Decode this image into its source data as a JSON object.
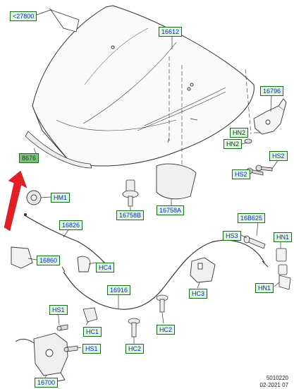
{
  "labels": {
    "p27800": "<27800",
    "p16612": "16612",
    "p16796": "16796",
    "p8676": "8676",
    "hn2_a": "HN2",
    "hn2_b": "HN2",
    "hs2_a": "HS2",
    "hs2_b": "HS2",
    "hm1": "HM1",
    "p16758b": "16758B",
    "p16758a": "16758A",
    "p16826": "16826",
    "p16b625": "16B625",
    "hs3": "HS3",
    "hn1_a": "HN1",
    "p16860": "16860",
    "hc4": "HC4",
    "p16916": "16916",
    "hc3": "HC3",
    "hn1_b": "HN1",
    "hs1_a": "HS1",
    "hc1": "HC1",
    "hc2_a": "HC2",
    "hc2_b": "HC2",
    "hs1_b": "HS1",
    "p16700": "16700"
  },
  "footer": {
    "ref": "5010220",
    "date": "02-2021 07"
  },
  "colors": {
    "label_fill": "#dff5df",
    "label_border": "#1b6e1b",
    "label_text_blue": "#0c2fc8",
    "arrow": "#e31e24",
    "line": "#333333"
  }
}
